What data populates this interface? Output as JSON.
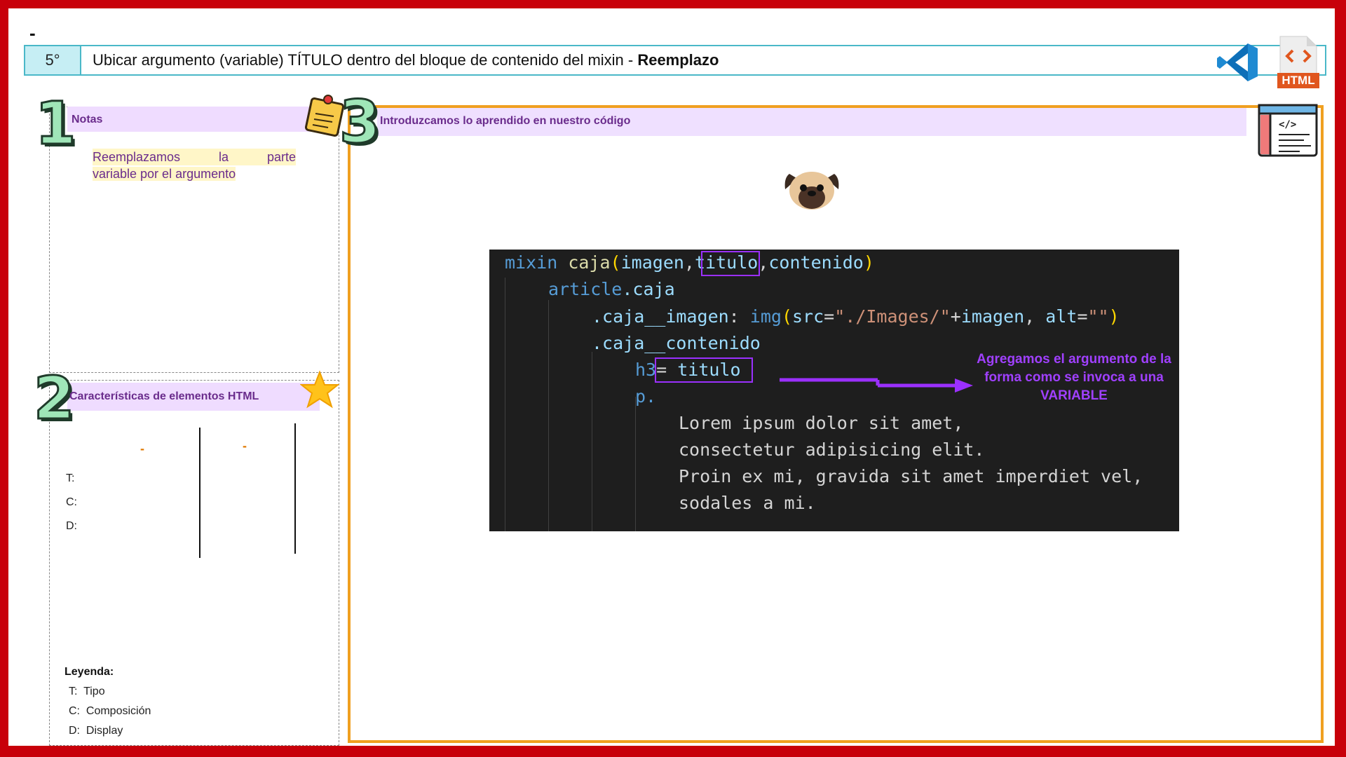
{
  "header": {
    "top_dash": "-",
    "step": "5°",
    "title_main": "Ubicar argumento (variable) TÍTULO dentro del bloque de contenido del mixin - ",
    "title_bold": "Reemplazo",
    "html_badge": "HTML"
  },
  "section1": {
    "number": "1",
    "title": "Notas",
    "note_line1": "Reemplazamos la parte",
    "note_line2": "variable por el argumento"
  },
  "section2": {
    "number": "2",
    "title": "Características de elementos HTML",
    "col_dash_1": "-",
    "col_dash_2": "-",
    "rows": [
      "T:",
      "C:",
      "D:"
    ],
    "legend_title": "Leyenda:",
    "legend": [
      {
        "key": "T:",
        "value": "Tipo"
      },
      {
        "key": "C:",
        "value": "Composición"
      },
      {
        "key": "D:",
        "value": "Display"
      }
    ]
  },
  "section3": {
    "number": "3",
    "title": "Introduzcamos lo aprendido en nuestro código",
    "code": {
      "l1": {
        "kw": "mixin",
        "fn": "caja",
        "p1": "(",
        "a1": "imagen",
        "c1": ",",
        "a2": "titulo",
        "c2": ",",
        "a3": "contenido",
        "p2": ")"
      },
      "l2": {
        "tag": "article",
        "cls": ".caja"
      },
      "l3": {
        "cls": ".caja__imagen",
        "colon": ": ",
        "tag": "img",
        "p1": "(",
        "attr": "src",
        "eq": "=",
        "str1": "\"./Images/\"",
        "plus": "+",
        "var": "imagen",
        "comma": ", ",
        "attr2": "alt",
        "eq2": "=",
        "str2": "\"\"",
        "p2": ")"
      },
      "l4": {
        "cls": ".caja__contenido"
      },
      "l5": {
        "tag": "h3",
        "eq": "= ",
        "var": "titulo"
      },
      "l6": {
        "tag": "p."
      },
      "l7": "Lorem ipsum dolor sit amet,",
      "l8": "consectetur adipisicing elit.",
      "l9": "Proin ex mi, gravida sit amet imperdiet vel,",
      "l10": "sodales a mi."
    },
    "callout": "Agregamos el argumento de la forma como se invoca a una VARIABLE"
  },
  "colors": {
    "frame": "#c8000a",
    "header_border": "#4ab8c8",
    "section_strip": "#efdcff",
    "main_border": "#f0a020",
    "highlight": "#9b30ff"
  },
  "icons": [
    "vscode-icon",
    "html-file-icon",
    "sticky-note-icon",
    "star-icon",
    "code-editor-icon",
    "pug-icon"
  ]
}
